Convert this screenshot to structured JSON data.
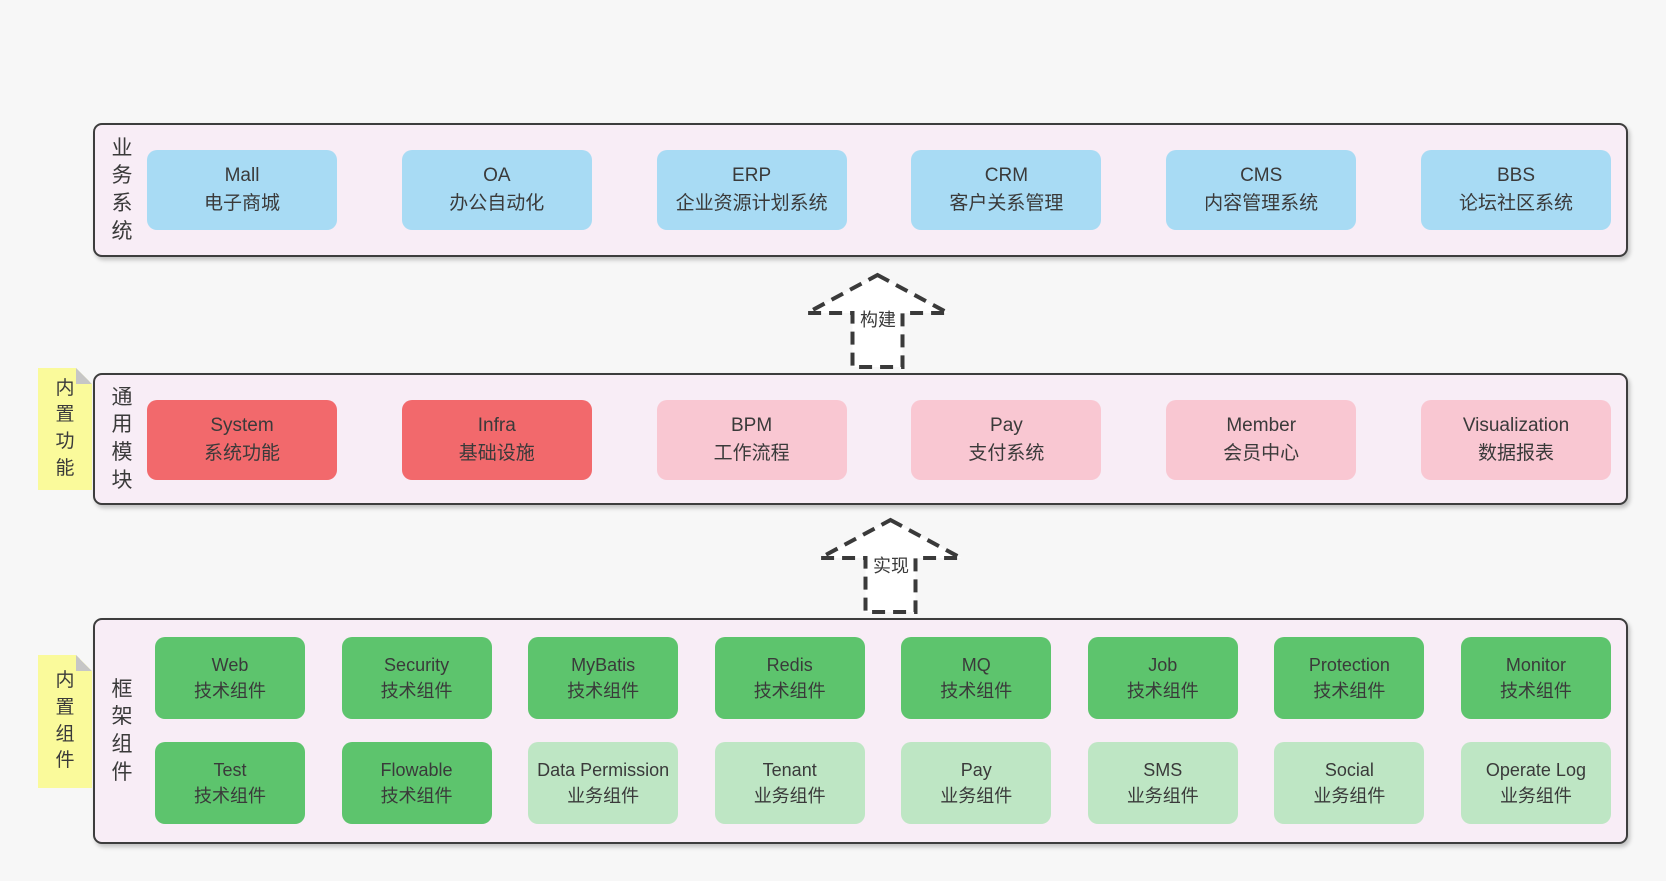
{
  "colors": {
    "page_bg": "#f7f7f7",
    "panel_bg": "#f8edf6",
    "panel_border": "#3d3d3d",
    "box_blue": "#a8dbf4",
    "box_red": "#f2696c",
    "box_pink": "#f9c7d2",
    "box_green_dark": "#5dc46d",
    "box_green_light": "#bee6c4",
    "sticky_yellow": "#fafa9b",
    "text": "#3a3a3a"
  },
  "arrows": [
    {
      "label": "构建"
    },
    {
      "label": "实现"
    }
  ],
  "stickies": {
    "modules": "内置功能",
    "framework": "内置组件"
  },
  "layers": {
    "business": {
      "label": "业务系统",
      "boxes": [
        {
          "en": "Mall",
          "zh": "电子商城"
        },
        {
          "en": "OA",
          "zh": "办公自动化"
        },
        {
          "en": "ERP",
          "zh": "企业资源计划系统"
        },
        {
          "en": "CRM",
          "zh": "客户关系管理"
        },
        {
          "en": "CMS",
          "zh": "内容管理系统"
        },
        {
          "en": "BBS",
          "zh": "论坛社区系统"
        }
      ]
    },
    "modules": {
      "label": "通用模块",
      "boxes": [
        {
          "en": "System",
          "zh": "系统功能"
        },
        {
          "en": "Infra",
          "zh": "基础设施"
        },
        {
          "en": "BPM",
          "zh": "工作流程"
        },
        {
          "en": "Pay",
          "zh": "支付系统"
        },
        {
          "en": "Member",
          "zh": "会员中心"
        },
        {
          "en": "Visualization",
          "zh": "数据报表"
        }
      ]
    },
    "framework": {
      "label": "框架组件",
      "row1": [
        {
          "en": "Web",
          "zh": "技术组件"
        },
        {
          "en": "Security",
          "zh": "技术组件"
        },
        {
          "en": "MyBatis",
          "zh": "技术组件"
        },
        {
          "en": "Redis",
          "zh": "技术组件"
        },
        {
          "en": "MQ",
          "zh": "技术组件"
        },
        {
          "en": "Job",
          "zh": "技术组件"
        },
        {
          "en": "Protection",
          "zh": "技术组件"
        },
        {
          "en": "Monitor",
          "zh": "技术组件"
        }
      ],
      "row2": [
        {
          "en": "Test",
          "zh": "技术组件"
        },
        {
          "en": "Flowable",
          "zh": "技术组件"
        },
        {
          "en": "Data Permission",
          "zh": "业务组件"
        },
        {
          "en": "Tenant",
          "zh": "业务组件"
        },
        {
          "en": "Pay",
          "zh": "业务组件"
        },
        {
          "en": "SMS",
          "zh": "业务组件"
        },
        {
          "en": "Social",
          "zh": "业务组件"
        },
        {
          "en": "Operate Log",
          "zh": "业务组件"
        }
      ]
    }
  }
}
